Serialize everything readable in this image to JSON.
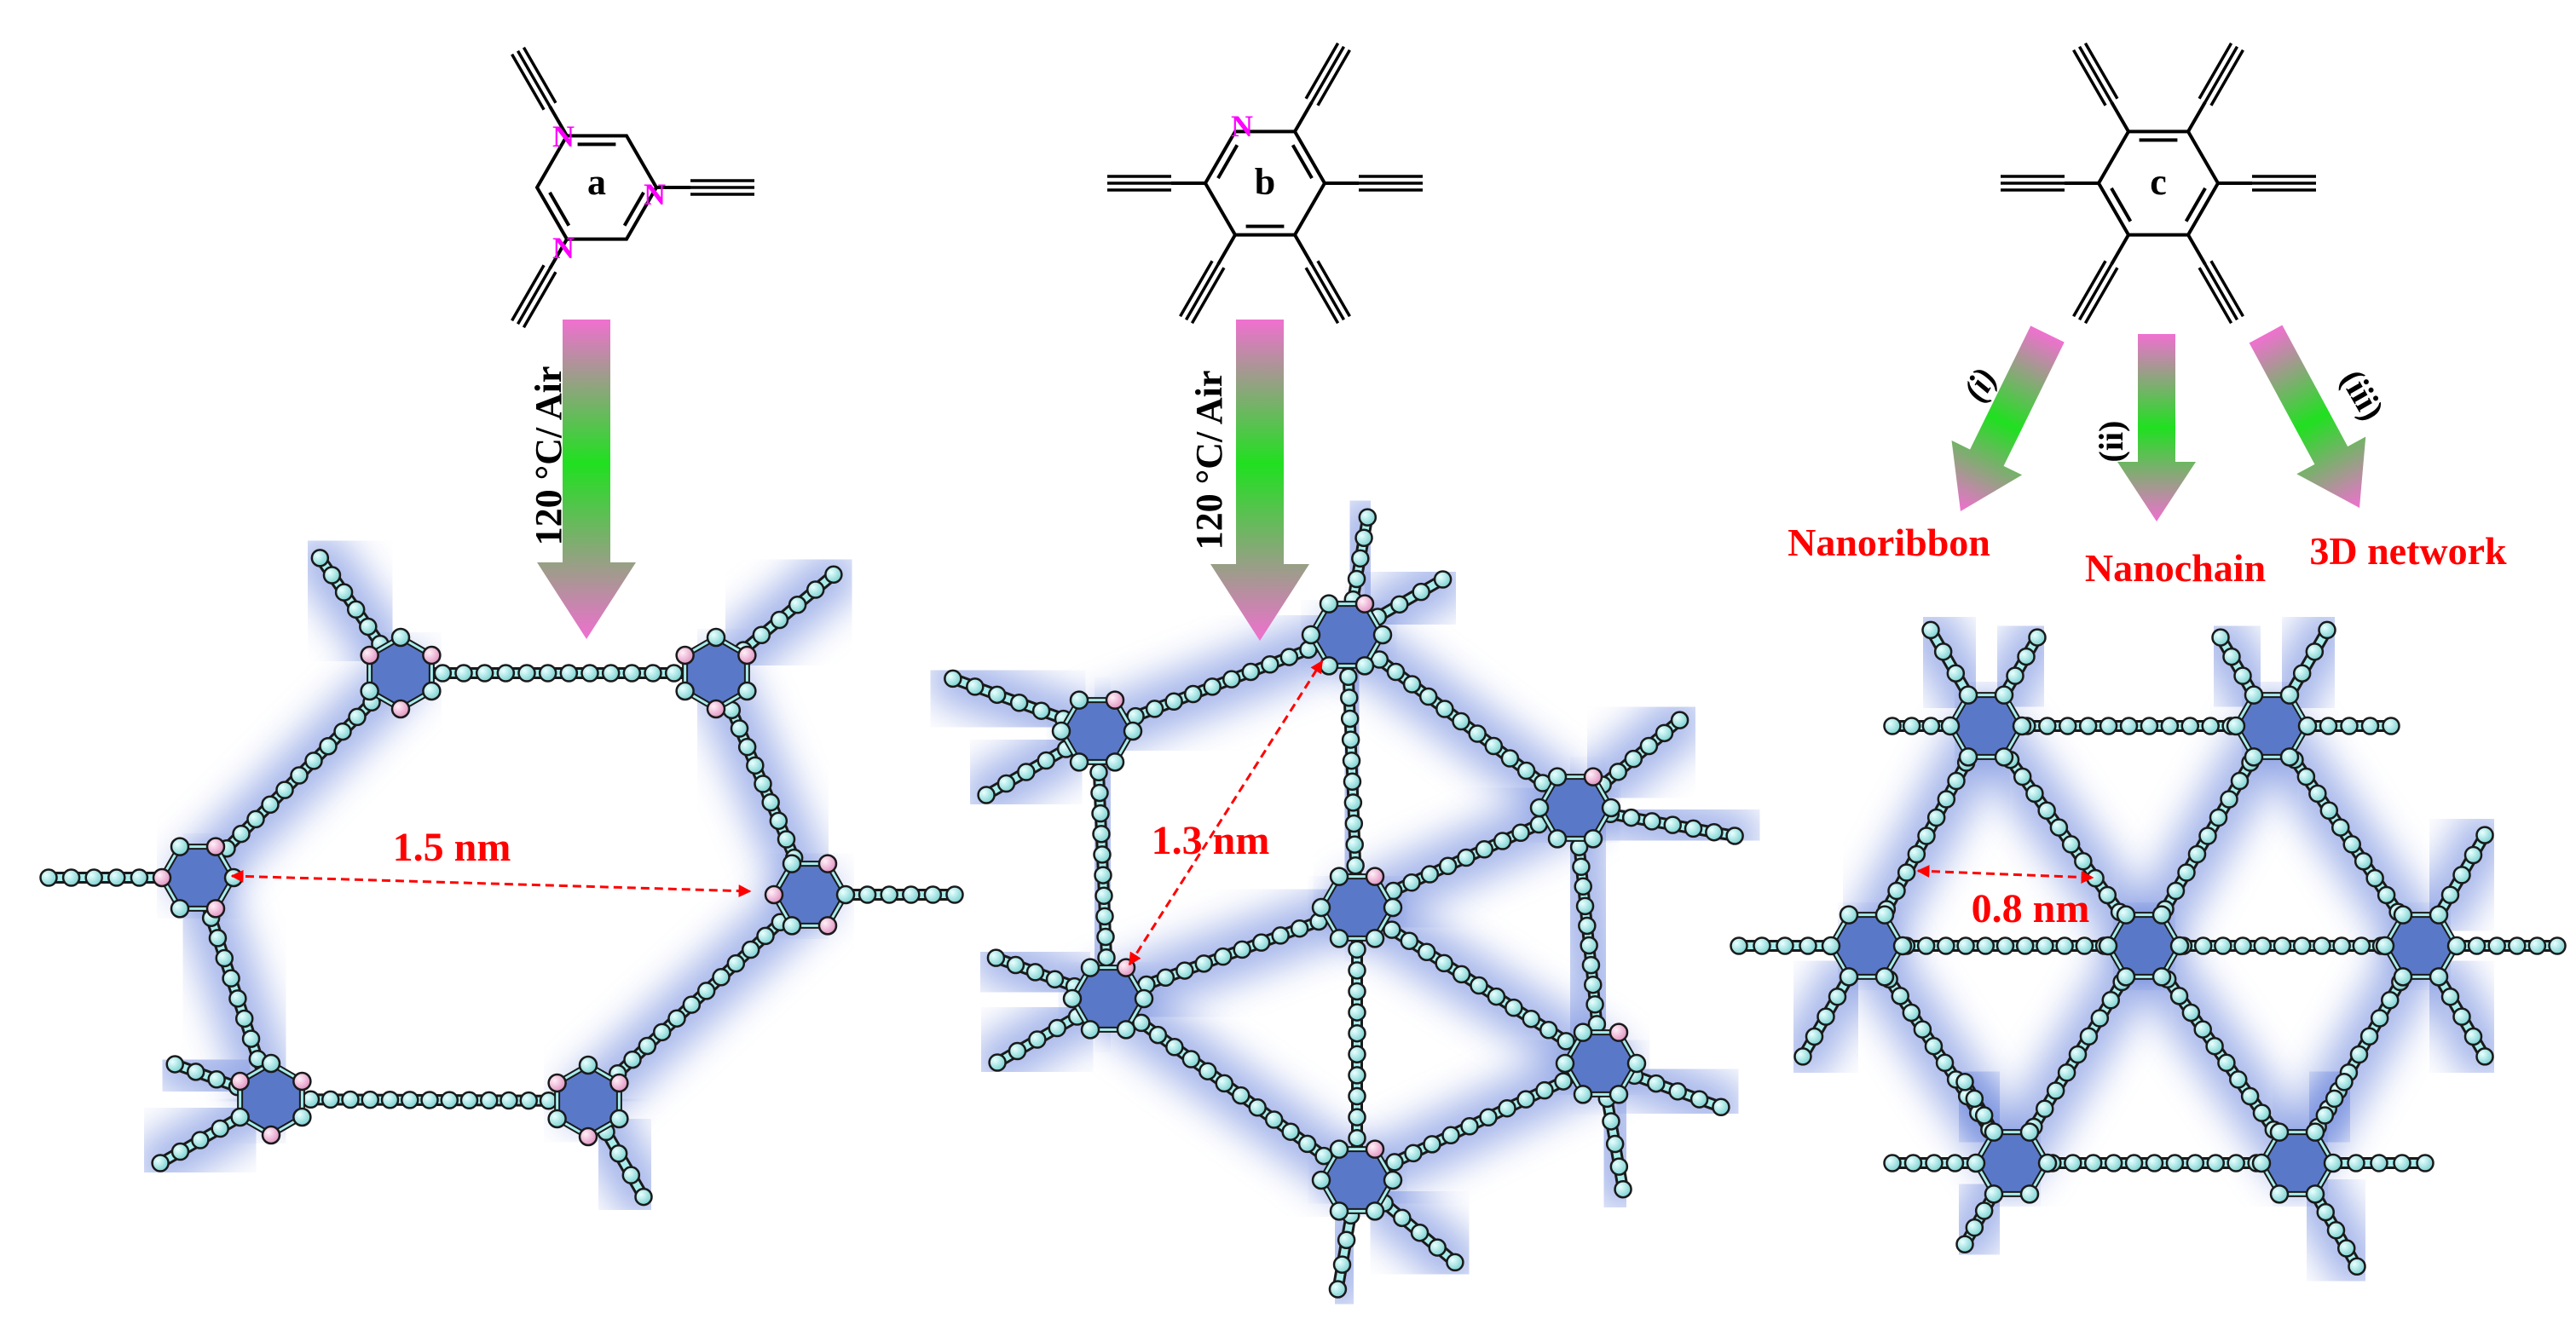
{
  "molecules": [
    {
      "label": "a",
      "hetero_atoms": [
        "N",
        "N",
        "N"
      ]
    },
    {
      "label": "b",
      "hetero_atoms": [
        "N"
      ]
    },
    {
      "label": "c",
      "hetero_atoms": []
    }
  ],
  "reaction_conditions": {
    "a": "120 °C/ Air",
    "b": "120 °C/ Air"
  },
  "pathways": [
    {
      "numeral": "(i)",
      "product": "Nanoribbon"
    },
    {
      "numeral": "(ii)",
      "product": "Nanochain"
    },
    {
      "numeral": "(iii)",
      "product": "3D network"
    }
  ],
  "pore_sizes": {
    "a": "1.5 nm",
    "b": "1.3 nm",
    "c": "0.8 nm"
  },
  "colors": {
    "nitrogen": "#ff00ff",
    "product_text": "#ff0000",
    "dimension": "#ff0000",
    "bond_atom": "#a8ecec",
    "ring_fill": "#5a78c8",
    "nitrogen_atom": "#f3b3d6",
    "glow": "#5a78d8",
    "arrow_top": "#f070d0",
    "arrow_mid": "#20e020"
  }
}
